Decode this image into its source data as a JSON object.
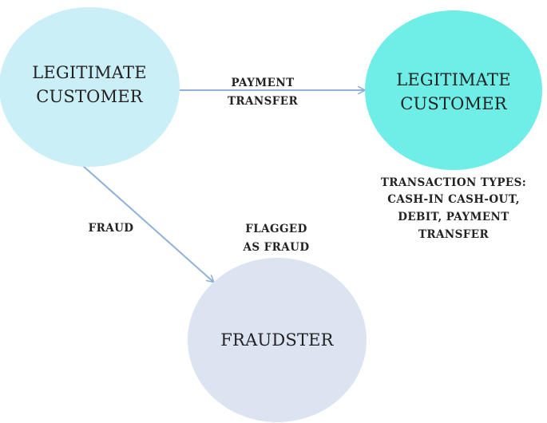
{
  "diagram": {
    "colors": {
      "source_node": "#cbeff7",
      "target_node": "#6eeee6",
      "fraudster_node": "#dce4f2",
      "arrow": "#8fb0d8",
      "text": "#222222"
    },
    "nodes": {
      "source": {
        "line1": "LEGITIMATE",
        "line2": "CUSTOMER"
      },
      "target": {
        "line1": "LEGITIMATE",
        "line2": "CUSTOMER"
      },
      "fraudster": {
        "label": "FRAUDSTER"
      }
    },
    "edges": {
      "payment_transfer": {
        "line1": "PAYMENT",
        "line2": "TRANSFER"
      },
      "fraud": {
        "label": "FRAUD"
      }
    },
    "annotations": {
      "flagged": {
        "line1": "FLAGGED",
        "line2": "AS FRAUD"
      },
      "transaction_types": {
        "line1": "TRANSACTION TYPES:",
        "line2": "CASH-IN CASH-OUT,",
        "line3": "DEBIT, PAYMENT",
        "line4": "TRANSFER"
      }
    }
  }
}
